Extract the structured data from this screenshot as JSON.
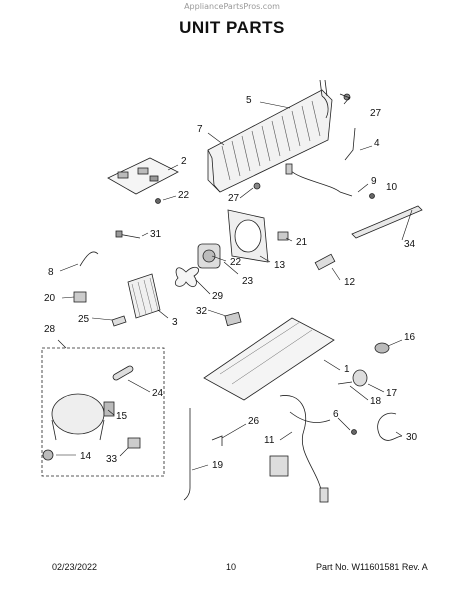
{
  "header": {
    "watermark": "AppliancePartsPros.com",
    "title": "UNIT PARTS"
  },
  "callouts": [
    "5",
    "27",
    "7",
    "4",
    "2",
    "22",
    "27",
    "9",
    "10",
    "31",
    "21",
    "34",
    "8",
    "13",
    "23",
    "22",
    "12",
    "20",
    "29",
    "3",
    "25",
    "32",
    "28",
    "16",
    "1",
    "24",
    "15",
    "17",
    "18",
    "6",
    "26",
    "11",
    "30",
    "14",
    "33",
    "19"
  ],
  "footer": {
    "date": "02/23/2022",
    "page": "10",
    "part_no": "Part No. W11601581  Rev. A"
  }
}
